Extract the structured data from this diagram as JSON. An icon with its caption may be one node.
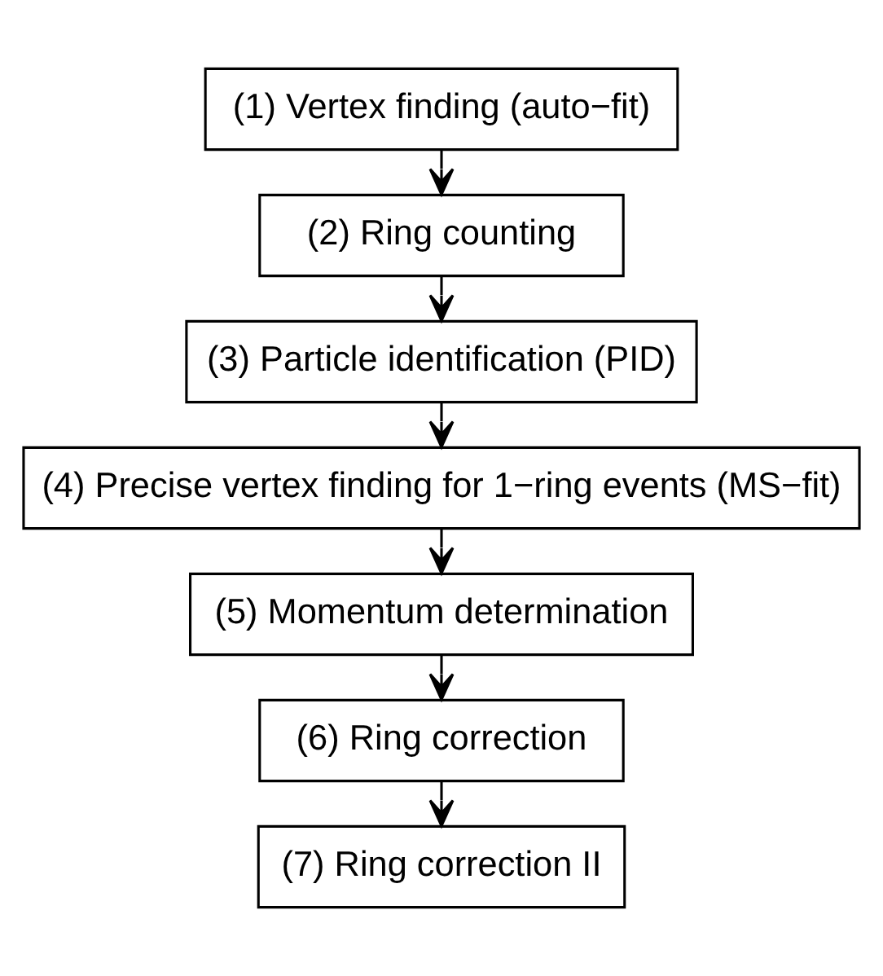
{
  "diagram": {
    "nodes": [
      {
        "text": [
          "(1) Vertex finding (auto−fit)"
        ]
      },
      {
        "text": [
          "(2) Ring counting"
        ]
      },
      {
        "text": [
          "(3) Particle identification (PID)"
        ]
      },
      {
        "text": [
          "(4) Precise vertex finding for 1−ring events (MS−fit)"
        ]
      },
      {
        "text": [
          "(5) Momentum determination"
        ]
      },
      {
        "text": [
          "(6) Ring correction"
        ]
      },
      {
        "text": [
          "(7) Ring correction II"
        ]
      }
    ],
    "edges": [
      {
        "from": 0,
        "to": 1,
        "arrow": "to"
      },
      {
        "from": 1,
        "to": 2,
        "arrow": "to"
      },
      {
        "from": 2,
        "to": 3,
        "arrow": "to"
      },
      {
        "from": 3,
        "to": 4,
        "arrow": "to"
      },
      {
        "from": 4,
        "to": 5,
        "arrow": "to"
      },
      {
        "from": 5,
        "to": 6,
        "arrow": "to"
      }
    ]
  }
}
